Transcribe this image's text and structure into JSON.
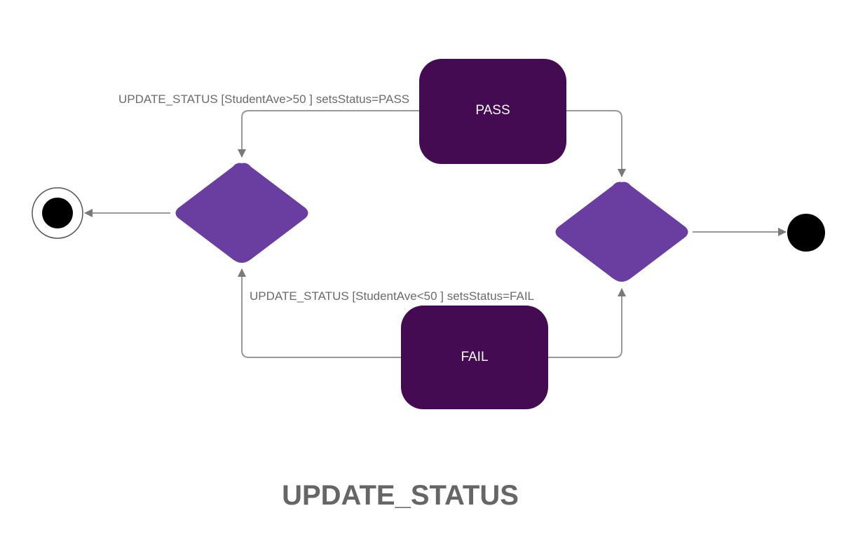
{
  "diagram": {
    "title": "UPDATE_STATUS",
    "states": {
      "pass": "PASS",
      "fail": "FAIL"
    },
    "transitions": {
      "pass_label": "UPDATE_STATUS [StudentAve>50 ] setsStatus=PASS",
      "fail_label": "UPDATE_STATUS [StudentAve<50 ] setsStatus=FAIL"
    },
    "colors": {
      "state_fill": "#440a52",
      "decision_fill": "#6a3ea1",
      "edge": "#999999",
      "arrow_head": "#7a7a7a",
      "label_text": "#6b6b6b",
      "title_text": "#666666",
      "state_text": "#ffffff",
      "terminal": "#000000"
    }
  }
}
